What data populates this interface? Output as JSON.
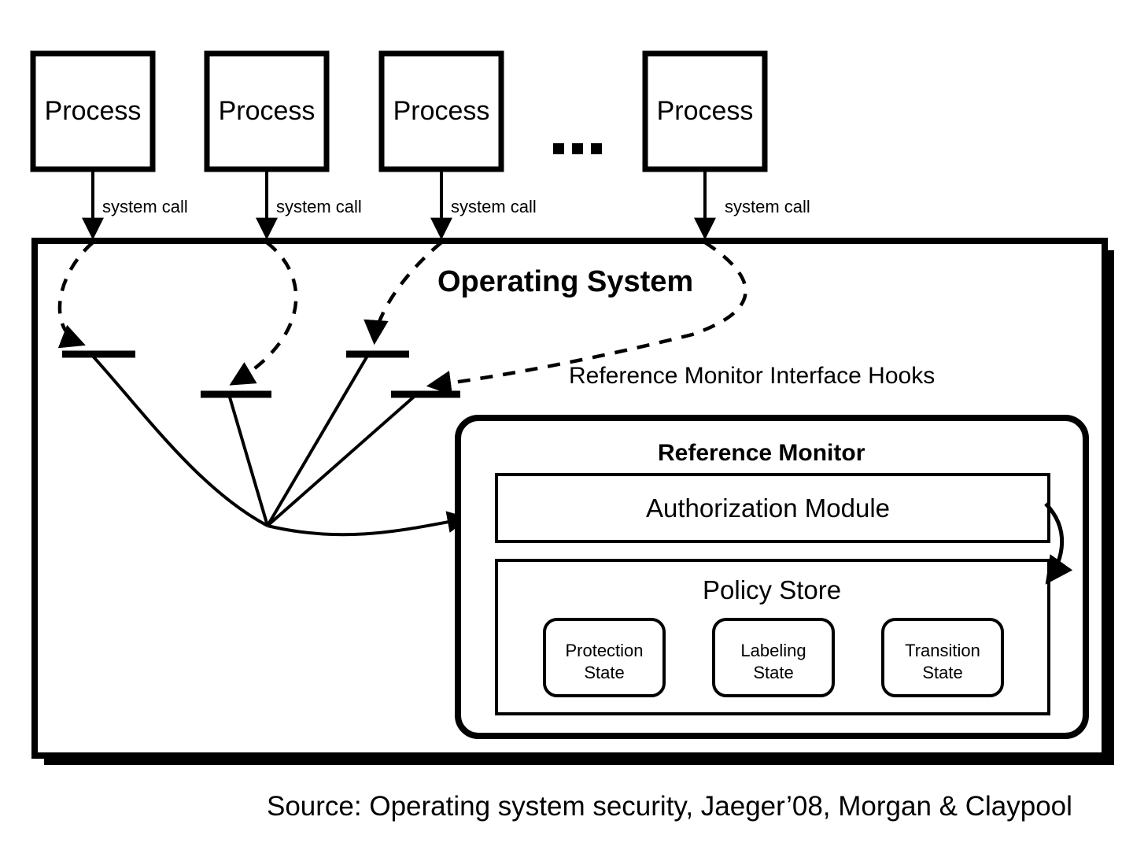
{
  "diagram": {
    "title": "Operating System",
    "processes": [
      {
        "label": "Process"
      },
      {
        "label": "Process"
      },
      {
        "label": "Process"
      },
      {
        "label": "Process"
      }
    ],
    "ellipsis": "...",
    "syscall_labels": [
      "system call",
      "system call",
      "system call",
      "system call"
    ],
    "hooks_label": "Reference Monitor Interface Hooks",
    "reference_monitor": {
      "title": "Reference Monitor",
      "authorization_module": "Authorization Module",
      "policy_store": {
        "title": "Policy Store",
        "states": [
          {
            "line1": "Protection",
            "line2": "State"
          },
          {
            "line1": "Labeling",
            "line2": "State"
          },
          {
            "line1": "Transition",
            "line2": "State"
          }
        ]
      }
    }
  },
  "caption": "Source: Operating system security, Jaeger’08, Morgan & Claypool",
  "colors": {
    "stroke": "#000000",
    "background": "#ffffff",
    "shadow": "#000000"
  }
}
